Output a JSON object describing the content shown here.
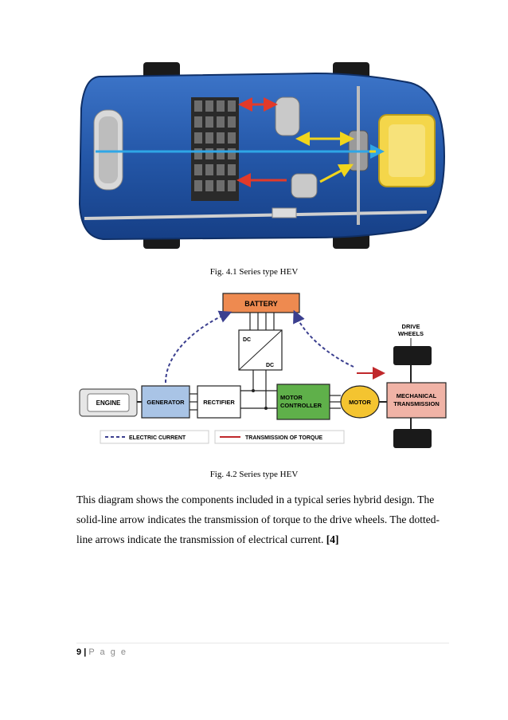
{
  "figure1": {
    "caption": "Fig. 4.1 Series type HEV",
    "colors": {
      "body": "#2457a8",
      "engine": "#f4d64a",
      "electric_arrow": "#2fa6e6",
      "torque_arrow": "#e23a2a",
      "power_arrow": "#f1d51c"
    }
  },
  "figure2": {
    "caption": "Fig. 4.2 Series type HEV",
    "blocks": {
      "battery": "BATTERY",
      "dc_top": "DC",
      "dc_bottom": "DC",
      "drive_wheels_1": "DRIVE",
      "drive_wheels_2": "WHEELS",
      "engine": "ENGINE",
      "generator": "GENERATOR",
      "rectifier": "RECTIFIER",
      "motor_controller_1": "MOTOR",
      "motor_controller_2": "CONTROLLER",
      "motor": "MOTOR",
      "mechanical_1": "MECHANICAL",
      "mechanical_2": "TRANSMISSION"
    },
    "legend": {
      "electric": "ELECTRIC CURRENT",
      "torque": "TRANSMISSION OF TORQUE"
    },
    "colors": {
      "battery": "#ee8a50",
      "generator": "#a9c4e6",
      "motor_controller": "#5fb04a",
      "motor": "#f4c430",
      "mechanical": "#f0b3a6",
      "electric_line": "#3b3f8f",
      "torque_line": "#c0282b"
    }
  },
  "paragraph": {
    "line1": "This diagram shows the components included in a typical series hybrid design. The",
    "line2": "solid-line arrow indicates the transmission of torque to the drive wheels. The dotted-",
    "line3_text": "line arrows indicate the transmission of electrical current. ",
    "line3_ref": "[4]"
  },
  "footer": {
    "page_number": "9",
    "separator": "|",
    "page_label": "P a g e"
  }
}
